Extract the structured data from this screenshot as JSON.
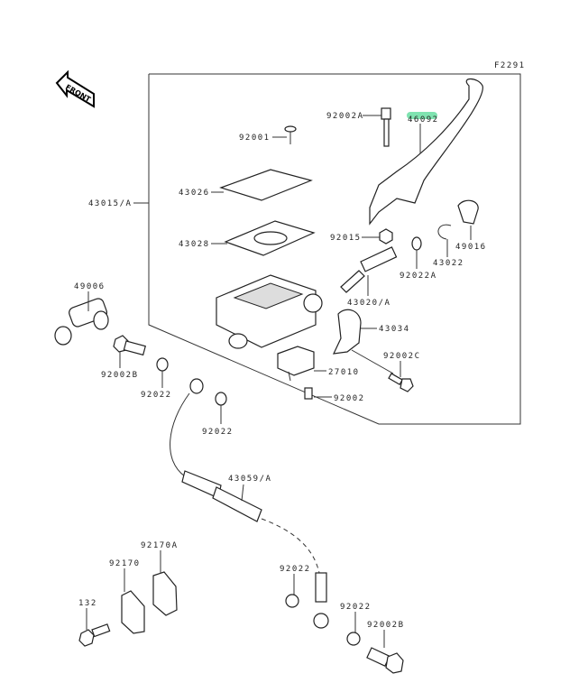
{
  "diagram": {
    "figure_code": "F2291",
    "front_badge": "FRONT",
    "highlight_color": "#7fe3b0",
    "labels": {
      "p92002A": "92002A",
      "p46092": "46092",
      "p92001": "92001",
      "p43026": "43026",
      "p43015A": "43015/A",
      "p43028": "43028",
      "p92015": "92015",
      "p49016": "49016",
      "p43022": "43022",
      "p92022A": "92022A",
      "p43020A": "43020/A",
      "p43034": "43034",
      "p49006": "49006",
      "p92002C": "92002C",
      "p27010": "27010",
      "p92002B_top": "92002B",
      "p92022_a": "92022",
      "p92022_b": "92022",
      "p92002": "92002",
      "p43059A": "43059/A",
      "p92170A": "92170A",
      "p92170": "92170",
      "p132": "132",
      "p92022_c": "92022",
      "p92022_d": "92022",
      "p92002B_bot": "92002B"
    }
  }
}
